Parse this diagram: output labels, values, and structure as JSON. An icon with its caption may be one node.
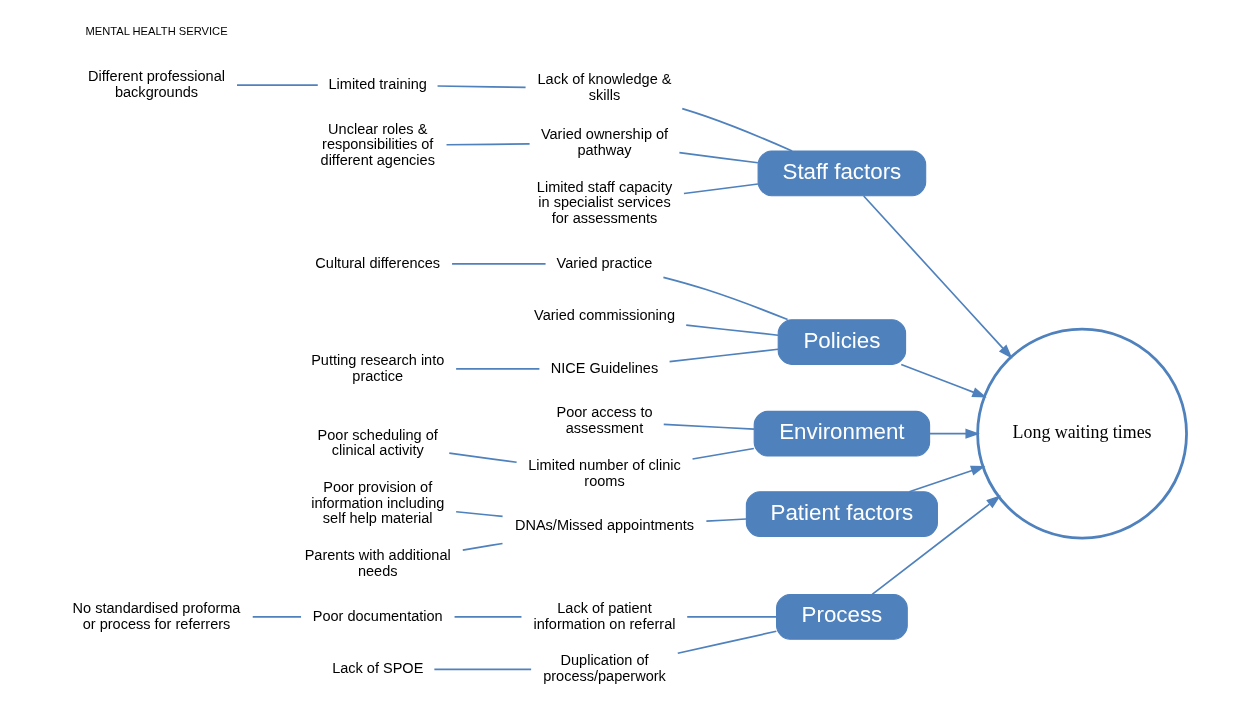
{
  "diagram": {
    "nodes": [
      {
        "text": [
          "Process"
        ]
      },
      {
        "text": [
          "Staff factors"
        ]
      },
      {
        "text": [
          "Policies"
        ]
      },
      {
        "text": [
          "Environment"
        ]
      },
      {
        "text": [
          "Patient factors"
        ]
      },
      {
        "text": [
          "Long waiting times"
        ]
      },
      {
        "text": [
          "Lack of patient information on referral"
        ]
      },
      {
        "text": [
          "Poor documentation"
        ]
      },
      {
        "text": [
          "No standardised proforma or process for referrers"
        ]
      },
      {
        "text": [
          "Duplication of process/paperwork"
        ]
      },
      {
        "text": [
          "Lack of SPOE"
        ]
      },
      {
        "text": [
          "Lack of knowledge & skills"
        ]
      },
      {
        "text": [
          "Limited training"
        ]
      },
      {
        "text": [
          "Different professional backgrounds"
        ]
      },
      {
        "text": [
          "Varied ownership of pathway"
        ]
      },
      {
        "text": [
          "Unclear roles & responsibilities of different agencies"
        ]
      },
      {
        "text": [
          "Limited staff capacity in specialist services for assessments"
        ]
      },
      {
        "text": [
          "Varied practice"
        ]
      },
      {
        "text": [
          "Cultural differences"
        ]
      },
      {
        "text": [
          "Varied commissioning"
        ]
      },
      {
        "text": [
          "NICE Guidelines"
        ]
      },
      {
        "text": [
          "Putting research into practice"
        ]
      },
      {
        "text": [
          "Poor access to assessment"
        ]
      },
      {
        "text": [
          "Limited number of clinic rooms"
        ]
      },
      {
        "text": [
          "Poor scheduling of clinical activity"
        ]
      },
      {
        "text": [
          "DNAs/Missed appointments"
        ]
      },
      {
        "text": [
          "Poor provision of information including self help material"
        ]
      },
      {
        "text": [
          "Parents with additional needs"
        ]
      }
    ],
    "edges": [
      {
        "from": 0,
        "to": 5,
        "arrow": "to"
      },
      {
        "from": 1,
        "to": 5,
        "arrow": "to"
      },
      {
        "from": 2,
        "to": 5,
        "arrow": "to"
      },
      {
        "from": 3,
        "to": 5,
        "arrow": "to"
      },
      {
        "from": 4,
        "to": 5,
        "arrow": "to"
      },
      {
        "from": 6,
        "to": 0,
        "arrow": "none"
      },
      {
        "from": 7,
        "to": 6,
        "arrow": "none"
      },
      {
        "from": 8,
        "to": 7,
        "arrow": "none"
      },
      {
        "from": 9,
        "to": 0,
        "arrow": "none"
      },
      {
        "from": 10,
        "to": 9,
        "arrow": "none"
      },
      {
        "from": 11,
        "to": 1,
        "arrow": "none"
      },
      {
        "from": 12,
        "to": 11,
        "arrow": "none"
      },
      {
        "from": 13,
        "to": 12,
        "arrow": "none"
      },
      {
        "from": 14,
        "to": 1,
        "arrow": "none"
      },
      {
        "from": 15,
        "to": 14,
        "arrow": "none"
      },
      {
        "from": 16,
        "to": 1,
        "arrow": "none"
      },
      {
        "from": 17,
        "to": 2,
        "arrow": "none"
      },
      {
        "from": 18,
        "to": 17,
        "arrow": "none"
      },
      {
        "from": 19,
        "to": 2,
        "arrow": "none"
      },
      {
        "from": 20,
        "to": 2,
        "arrow": "none"
      },
      {
        "from": 21,
        "to": 20,
        "arrow": "none"
      },
      {
        "from": 22,
        "to": 3,
        "arrow": "none"
      },
      {
        "from": 23,
        "to": 3,
        "arrow": "none"
      },
      {
        "from": 24,
        "to": 23,
        "arrow": "none"
      },
      {
        "from": 25,
        "to": 4,
        "arrow": "none"
      },
      {
        "from": 26,
        "to": 25,
        "arrow": "none"
      },
      {
        "from": 27,
        "to": 25,
        "arrow": "none"
      }
    ],
    "labels": [
      "MENTAL HEALTH SERVICE"
    ]
  }
}
